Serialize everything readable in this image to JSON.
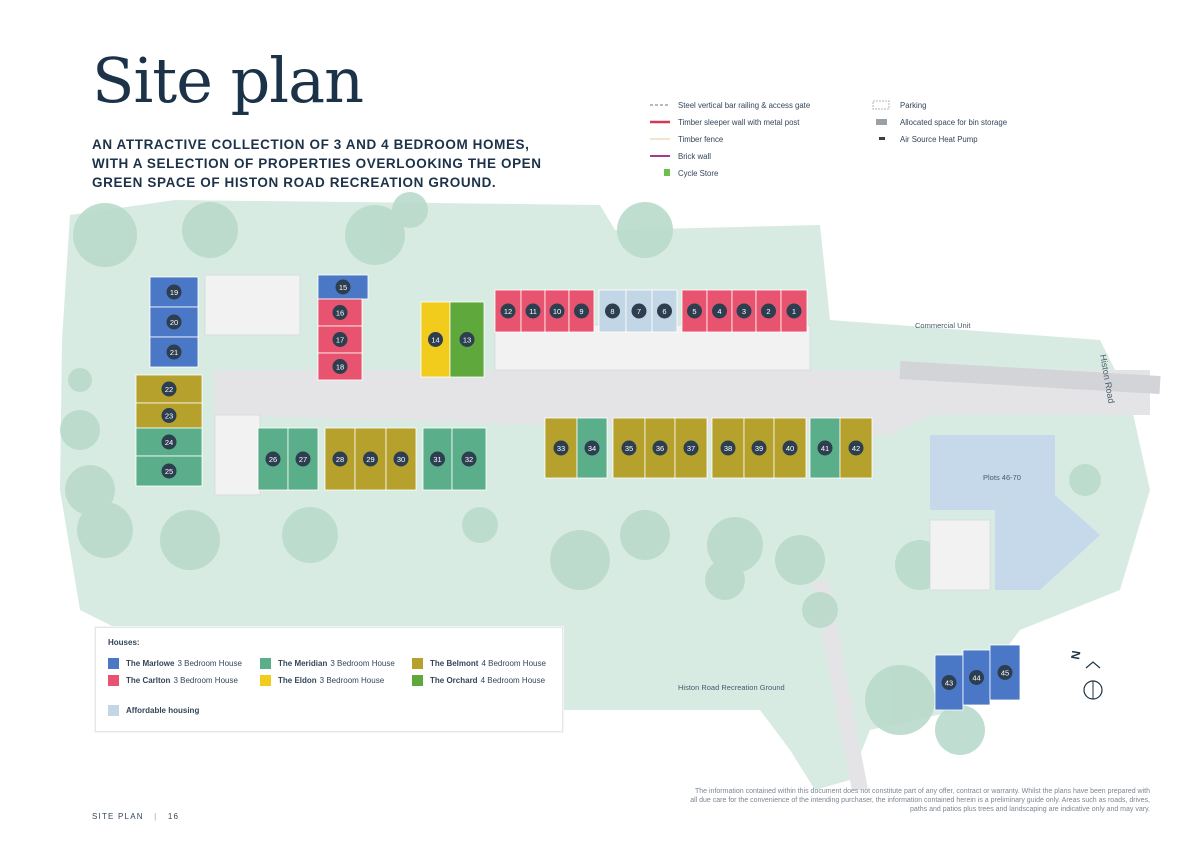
{
  "title": "Site plan",
  "subtitle": "AN ATTRACTIVE COLLECTION OF 3 AND 4 BEDROOM HOMES, WITH A SELECTION OF PROPERTIES OVERLOOKING THE OPEN GREEN SPACE OF HISTON ROAD RECREATION GROUND.",
  "legend": [
    {
      "label": "Steel vertical bar railing & access gate",
      "symbol": "dashed-line",
      "color": "#8a8f9c"
    },
    {
      "label": "Timber sleeper wall with metal post",
      "symbol": "solid-line",
      "color": "#d6385a"
    },
    {
      "label": "Timber fence",
      "symbol": "thin-line",
      "color": "#e7c9a0"
    },
    {
      "label": "Brick wall",
      "symbol": "solid-line",
      "color": "#a23b8e"
    },
    {
      "label": "Cycle Store",
      "symbol": "square",
      "color": "#6cc04a"
    },
    {
      "label": "Parking",
      "symbol": "parking-icon",
      "color": "#9aa3ad"
    },
    {
      "label": "Allocated space for bin storage",
      "symbol": "bin-rect",
      "color": "#9aa0a6"
    },
    {
      "label": "Air Source Heat Pump",
      "symbol": "small-bar",
      "color": "#3b3f45"
    }
  ],
  "house_key": {
    "heading": "Houses:",
    "items": [
      {
        "name": "The Marlowe",
        "desc": "3 Bedroom House",
        "color": "#4a78c7"
      },
      {
        "name": "The Carlton",
        "desc": "3 Bedroom House",
        "color": "#e8546f"
      },
      {
        "name": "The Meridian",
        "desc": "3 Bedroom House",
        "color": "#5aae8a"
      },
      {
        "name": "The Eldon",
        "desc": "3 Bedroom House",
        "color": "#f2cc1d"
      },
      {
        "name": "The Belmont",
        "desc": "4 Bedroom House",
        "color": "#b5a12b"
      },
      {
        "name": "The Orchard",
        "desc": "4 Bedroom House",
        "color": "#5fa83c"
      }
    ],
    "affordable": {
      "label": "Affordable housing",
      "color": "#c3d6e6"
    }
  },
  "map_labels": {
    "commercial": "Commercial Unit",
    "histon_road": "Histon Road",
    "plots": "Plots 46-70",
    "recreation": "Histon Road Recreation Ground",
    "north": "N"
  },
  "plots": [
    {
      "num": "19",
      "type": "marlowe"
    },
    {
      "num": "20",
      "type": "marlowe"
    },
    {
      "num": "21",
      "type": "marlowe"
    },
    {
      "num": "15",
      "type": "marlowe"
    },
    {
      "num": "16",
      "type": "carlton"
    },
    {
      "num": "17",
      "type": "carlton"
    },
    {
      "num": "18",
      "type": "carlton"
    },
    {
      "num": "14",
      "type": "eldon"
    },
    {
      "num": "13",
      "type": "orchard"
    },
    {
      "num": "12",
      "type": "carlton"
    },
    {
      "num": "11",
      "type": "carlton"
    },
    {
      "num": "10",
      "type": "carlton"
    },
    {
      "num": "9",
      "type": "carlton"
    },
    {
      "num": "8",
      "type": "affordable"
    },
    {
      "num": "7",
      "type": "affordable"
    },
    {
      "num": "6",
      "type": "affordable"
    },
    {
      "num": "5",
      "type": "carlton"
    },
    {
      "num": "4",
      "type": "carlton"
    },
    {
      "num": "3",
      "type": "carlton"
    },
    {
      "num": "2",
      "type": "carlton"
    },
    {
      "num": "1",
      "type": "carlton"
    },
    {
      "num": "22",
      "type": "belmont"
    },
    {
      "num": "23",
      "type": "belmont"
    },
    {
      "num": "24",
      "type": "meridian"
    },
    {
      "num": "25",
      "type": "meridian"
    },
    {
      "num": "26",
      "type": "meridian"
    },
    {
      "num": "27",
      "type": "meridian"
    },
    {
      "num": "28",
      "type": "belmont"
    },
    {
      "num": "29",
      "type": "belmont"
    },
    {
      "num": "30",
      "type": "belmont"
    },
    {
      "num": "31",
      "type": "meridian"
    },
    {
      "num": "32",
      "type": "meridian"
    },
    {
      "num": "33",
      "type": "belmont"
    },
    {
      "num": "34",
      "type": "meridian"
    },
    {
      "num": "35",
      "type": "belmont"
    },
    {
      "num": "36",
      "type": "belmont"
    },
    {
      "num": "37",
      "type": "belmont"
    },
    {
      "num": "38",
      "type": "belmont"
    },
    {
      "num": "39",
      "type": "belmont"
    },
    {
      "num": "40",
      "type": "belmont"
    },
    {
      "num": "41",
      "type": "meridian"
    },
    {
      "num": "42",
      "type": "belmont"
    },
    {
      "num": "43",
      "type": "marlowe"
    },
    {
      "num": "44",
      "type": "marlowe"
    },
    {
      "num": "45",
      "type": "marlowe"
    }
  ],
  "footer": {
    "section": "SITE PLAN",
    "page": "16"
  },
  "disclaimer": "The information contained within this document does not constitute part of any offer, contract or warranty. Whilst the plans have been prepared with all due care for the convenience of the intending purchaser, the information contained herein is a preliminary guide only. Areas such as roads, drives, paths and patios plus trees and landscaping are indicative only and may vary."
}
